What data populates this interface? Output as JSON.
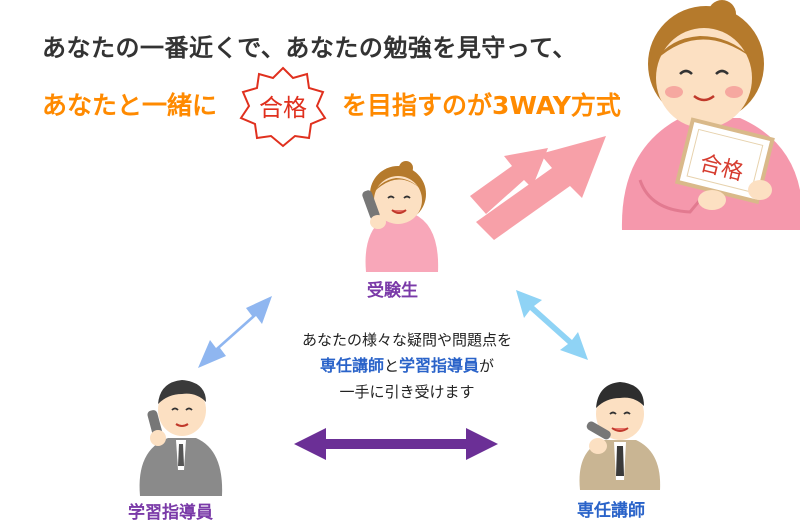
{
  "headline": {
    "line1": "あなたの一番近くで、あなたの勉強を見守って、",
    "line2_before": "あなたと一緒に",
    "stamp_text": "合格",
    "line2_after": "を目指すのが3WAY方式"
  },
  "roles": {
    "student": "受験生",
    "study_guide": "学習指導員",
    "tutor": "専任講師"
  },
  "center": {
    "line1": "あなたの様々な疑問や問題点を",
    "line2_a": "専任講師",
    "line2_b": "と",
    "line2_c": "学習指導員",
    "line2_d": "が",
    "line3": "一手に引き受けます"
  },
  "card_text": "合格",
  "colors": {
    "orange": "#ff8a00",
    "purple_label": "#7a3aa8",
    "blue_label": "#2a63c9",
    "pink_arrow": "#f7a0a8",
    "blue_arrow": "#8fb6f0",
    "cyan_arrow": "#8fd3f5",
    "purple_arrow": "#6b2f96"
  }
}
